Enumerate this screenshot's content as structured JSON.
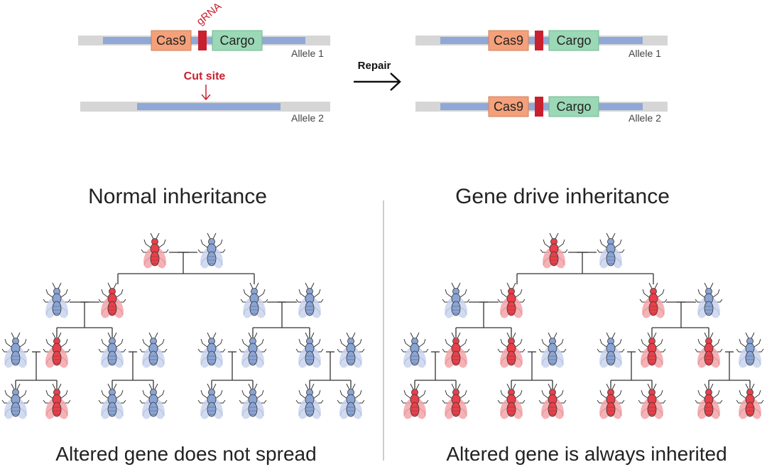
{
  "diagram": {
    "labels": {
      "cas9": "Cas9",
      "cargo": "Cargo",
      "grna": "gRNA",
      "allele1": "Allele 1",
      "allele2": "Allele 2",
      "cut_site": "Cut site",
      "repair": "Repair"
    },
    "sections": {
      "normal": {
        "title": "Normal inheritance",
        "caption": "Altered gene does not spread"
      },
      "drive": {
        "title": "Gene drive inheritance",
        "caption": "Altered gene is always inherited"
      }
    },
    "colors": {
      "cas9": "#f4a07a",
      "cargo": "#9bd8b6",
      "grna": "#c8202f",
      "dna_gray": "#d6d6d6",
      "dna_blue": "#8fa8d8",
      "fly_blue": "#8aa4d4",
      "fly_red": "#e8404a",
      "cut_red": "#c8202f"
    },
    "pedigree": {
      "normal": {
        "gen0": [
          "red",
          "blue"
        ],
        "gen1": [
          "blue",
          "red",
          "blue",
          "blue"
        ],
        "gen2": [
          "blue",
          "red",
          "blue",
          "blue",
          "blue",
          "blue",
          "blue",
          "blue"
        ],
        "gen3": [
          "blue",
          "red",
          "blue",
          "blue",
          "blue",
          "blue",
          "blue",
          "blue"
        ]
      },
      "drive": {
        "gen0": [
          "red",
          "blue"
        ],
        "gen1": [
          "blue",
          "red",
          "red",
          "blue"
        ],
        "gen2": [
          "blue",
          "red",
          "red",
          "blue",
          "blue",
          "red",
          "red",
          "blue"
        ],
        "gen3": [
          "red",
          "red",
          "red",
          "red",
          "red",
          "red",
          "red",
          "red"
        ]
      }
    }
  }
}
